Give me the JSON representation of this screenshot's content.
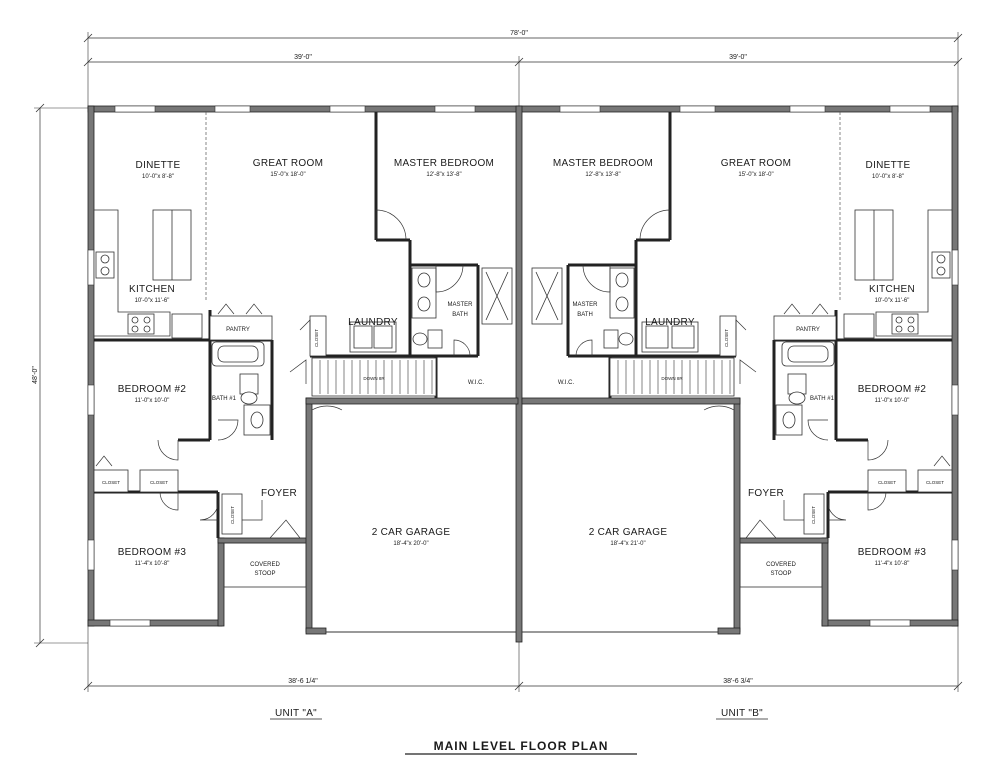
{
  "dimensions": {
    "overall_width": "78'-0\"",
    "unit_a_width": "39'-0\"",
    "unit_b_width": "39'-0\"",
    "overall_depth": "48'-0\"",
    "unit_a_bottom": "38'-6 1/4\"",
    "unit_b_bottom": "38'-6 3/4\""
  },
  "unit_a": {
    "label": "UNIT \"A\"",
    "rooms": {
      "dinette": {
        "name": "DINETTE",
        "size": "10'-0\"x 8'-8\""
      },
      "great_room": {
        "name": "GREAT ROOM",
        "size": "15'-0\"x 18'-0\""
      },
      "master_bedroom": {
        "name": "MASTER BEDROOM",
        "size": "12'-8\"x 13'-8\""
      },
      "kitchen": {
        "name": "KITCHEN",
        "size": "10'-0\"x 11'-6\""
      },
      "pantry": {
        "name": "PANTRY"
      },
      "laundry": {
        "name": "LAUNDRY"
      },
      "master_bath": {
        "line1": "MASTER",
        "line2": "BATH"
      },
      "closet_laundry": {
        "name": "CLOSET"
      },
      "bedroom2": {
        "name": "BEDROOM #2",
        "size": "11'-0\"x 10'-0\""
      },
      "bath1": {
        "name": "BATH #1"
      },
      "stair": {
        "name": "DOWN 8R"
      },
      "wic": {
        "name": "W.I.C."
      },
      "closet_b2": {
        "name": "CLOSET"
      },
      "closet_b3": {
        "name": "CLOSET"
      },
      "foyer": {
        "name": "FOYER"
      },
      "closet_foyer": {
        "name": "CLOSET"
      },
      "garage": {
        "name": "2 CAR GARAGE",
        "size": "18'-4\"x 20'-0\""
      },
      "bedroom3": {
        "name": "BEDROOM #3",
        "size": "11'-4\"x 10'-8\""
      },
      "stoop": {
        "line1": "COVERED",
        "line2": "STOOP"
      }
    }
  },
  "unit_b": {
    "label": "UNIT \"B\"",
    "rooms": {
      "dinette": {
        "name": "DINETTE",
        "size": "10'-0\"x 8'-8\""
      },
      "great_room": {
        "name": "GREAT ROOM",
        "size": "15'-0\"x 18'-0\""
      },
      "master_bedroom": {
        "name": "MASTER BEDROOM",
        "size": "12'-8\"x 13'-8\""
      },
      "kitchen": {
        "name": "KITCHEN",
        "size": "10'-0\"x 11'-6\""
      },
      "pantry": {
        "name": "PANTRY"
      },
      "laundry": {
        "name": "LAUNDRY"
      },
      "master_bath": {
        "line1": "MASTER",
        "line2": "BATH"
      },
      "closet_laundry": {
        "name": "CLOSET"
      },
      "bedroom2": {
        "name": "BEDROOM #2",
        "size": "11'-0\"x 10'-0\""
      },
      "bath1": {
        "name": "BATH #1"
      },
      "stair": {
        "name": "DOWN 8R"
      },
      "wic": {
        "name": "W.I.C."
      },
      "closet_b2": {
        "name": "CLOSET"
      },
      "closet_b3": {
        "name": "CLOSET"
      },
      "foyer": {
        "name": "FOYER"
      },
      "closet_foyer": {
        "name": "CLOSET"
      },
      "garage": {
        "name": "2 CAR GARAGE",
        "size": "18'-4\"x 21'-0\""
      },
      "bedroom3": {
        "name": "BEDROOM #3",
        "size": "11'-4\"x 10'-8\""
      },
      "stoop": {
        "line1": "COVERED",
        "line2": "STOOP"
      }
    }
  },
  "plan_title": "MAIN LEVEL FLOOR PLAN"
}
